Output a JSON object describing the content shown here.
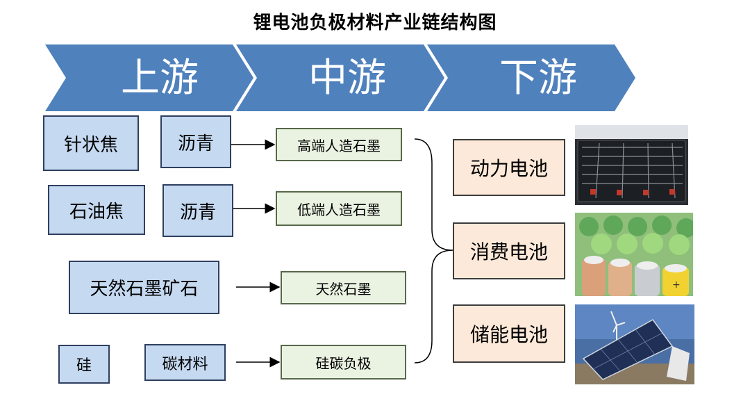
{
  "title": "锂电池负极材料产业链结构图",
  "stages": {
    "upstream": "上游",
    "midstream": "中游",
    "downstream": "下游"
  },
  "upstream": {
    "row1": [
      "针状焦",
      "沥青"
    ],
    "row2": [
      "石油焦",
      "沥青"
    ],
    "row3": [
      "天然石墨矿石"
    ],
    "row4": [
      "硅",
      "碳材料"
    ]
  },
  "midstream": [
    "高端人造石墨",
    "低端人造石墨",
    "天然石墨",
    "硅碳负极"
  ],
  "downstream": [
    "动力电池",
    "消费电池",
    "储能电池"
  ],
  "images": [
    "battery-pack-image",
    "consumer-batteries-image",
    "solar-energy-storage-image"
  ],
  "colors": {
    "chevron": "#4f81bd",
    "upstream_box": "#c5d9f1",
    "midstream_box": "#eaf3e2",
    "downstream_box": "#fde9d9"
  }
}
